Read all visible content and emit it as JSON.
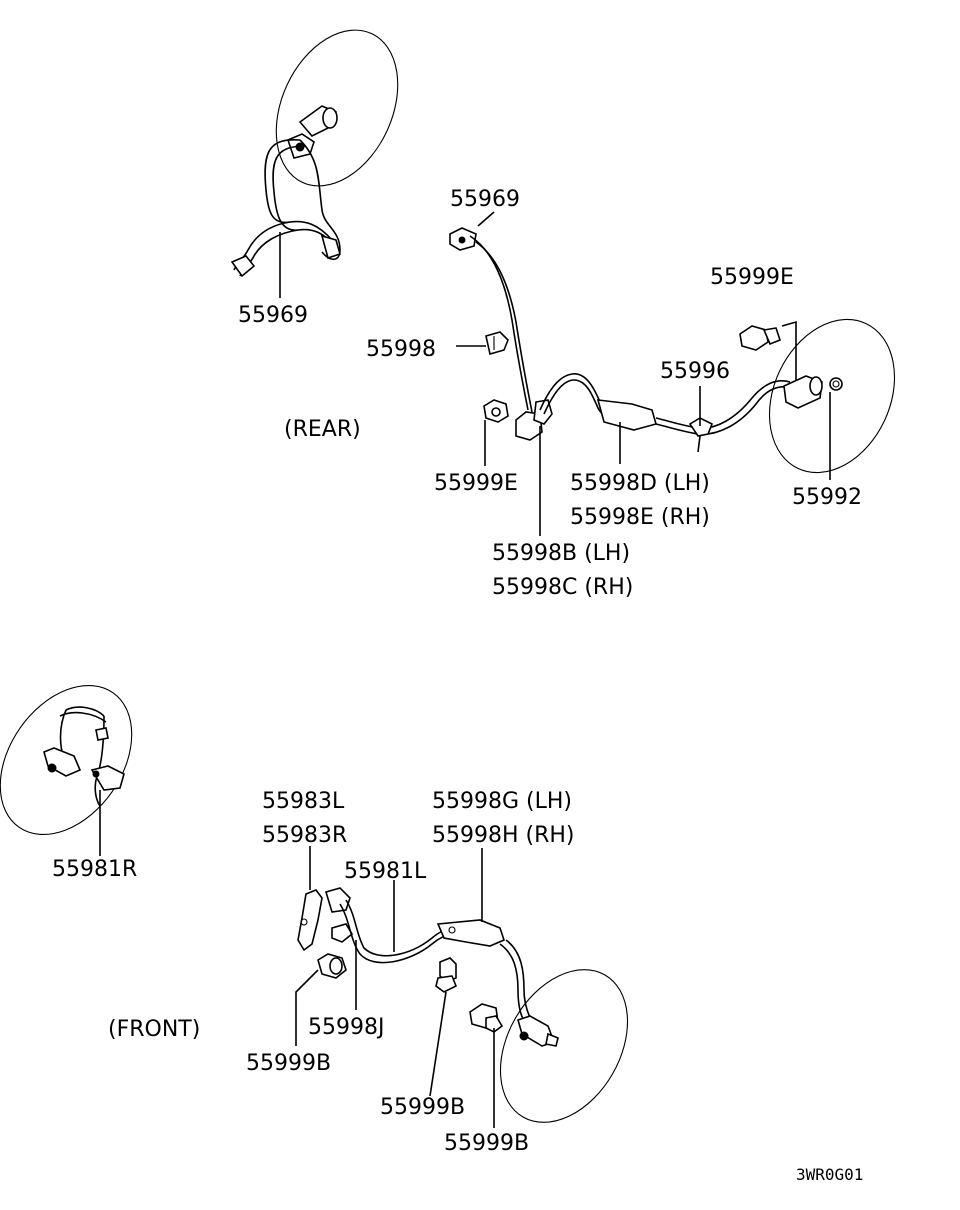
{
  "rear_section": {
    "title": "(REAR)",
    "callouts": {
      "p55969_left": "55969",
      "p55969_top": "55969",
      "p55999e_top": "55999E",
      "p55998": "55998",
      "p55996": "55996",
      "p55999e_mid": "55999E",
      "p55998d": "55998D (LH)",
      "p55998e": "55998E (RH)",
      "p55992": "55992",
      "p55998b": "55998B (LH)",
      "p55998c": "55998C (RH)"
    }
  },
  "front_section": {
    "title": "(FRONT)",
    "callouts": {
      "p55981r": "55981R",
      "p55983l": "55983L",
      "p55983r": "55983R",
      "p55998g": "55998G (LH)",
      "p55998h": "55998H (RH)",
      "p55981l": "55981L",
      "p55998j": "55998J",
      "p55999b_left": "55999B",
      "p55999b_mid": "55999B",
      "p55999b_right": "55999B"
    }
  },
  "drawing_code": "3WR0G01"
}
